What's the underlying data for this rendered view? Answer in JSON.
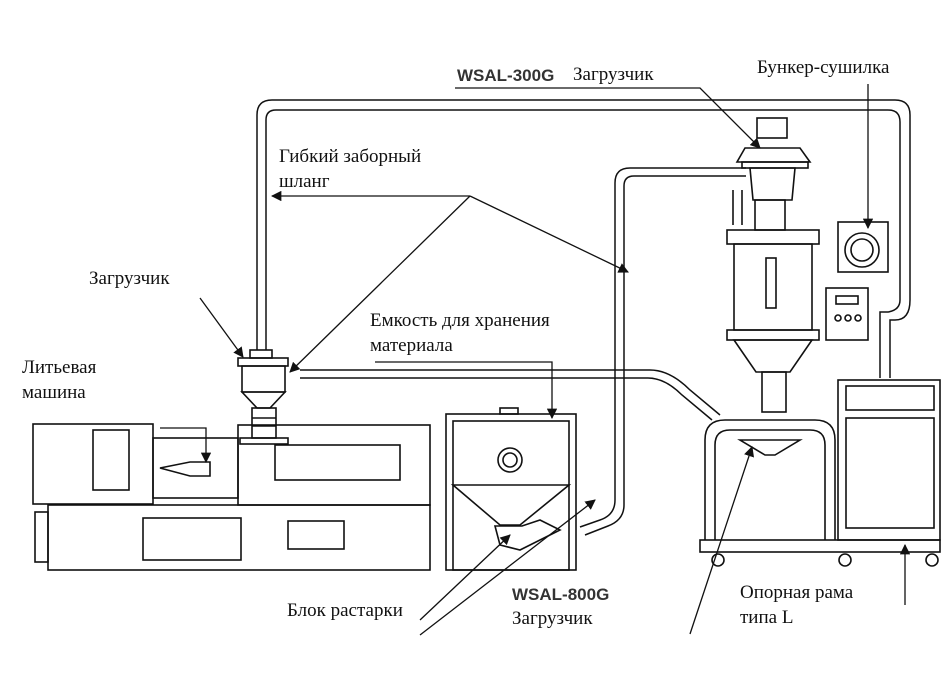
{
  "labels": {
    "flexible_hose_line1": "Гибкий заборный",
    "flexible_hose_line2": "шланг",
    "loader_left": "Загрузчик",
    "injection_line1": "Литьевая",
    "injection_line2": "машина",
    "storage_line1": "Емкость для хранения",
    "storage_line2": "материала",
    "unpack_block": "Блок растарки",
    "model_800": "WSAL-800G",
    "loader_800": "Загрузчик",
    "model_300": "WSAL-300G",
    "loader_300": "Загрузчик",
    "dryer_hopper": "Бункер-сушилка",
    "frame_line1": "Опорная рама",
    "frame_line2": "типа L"
  }
}
